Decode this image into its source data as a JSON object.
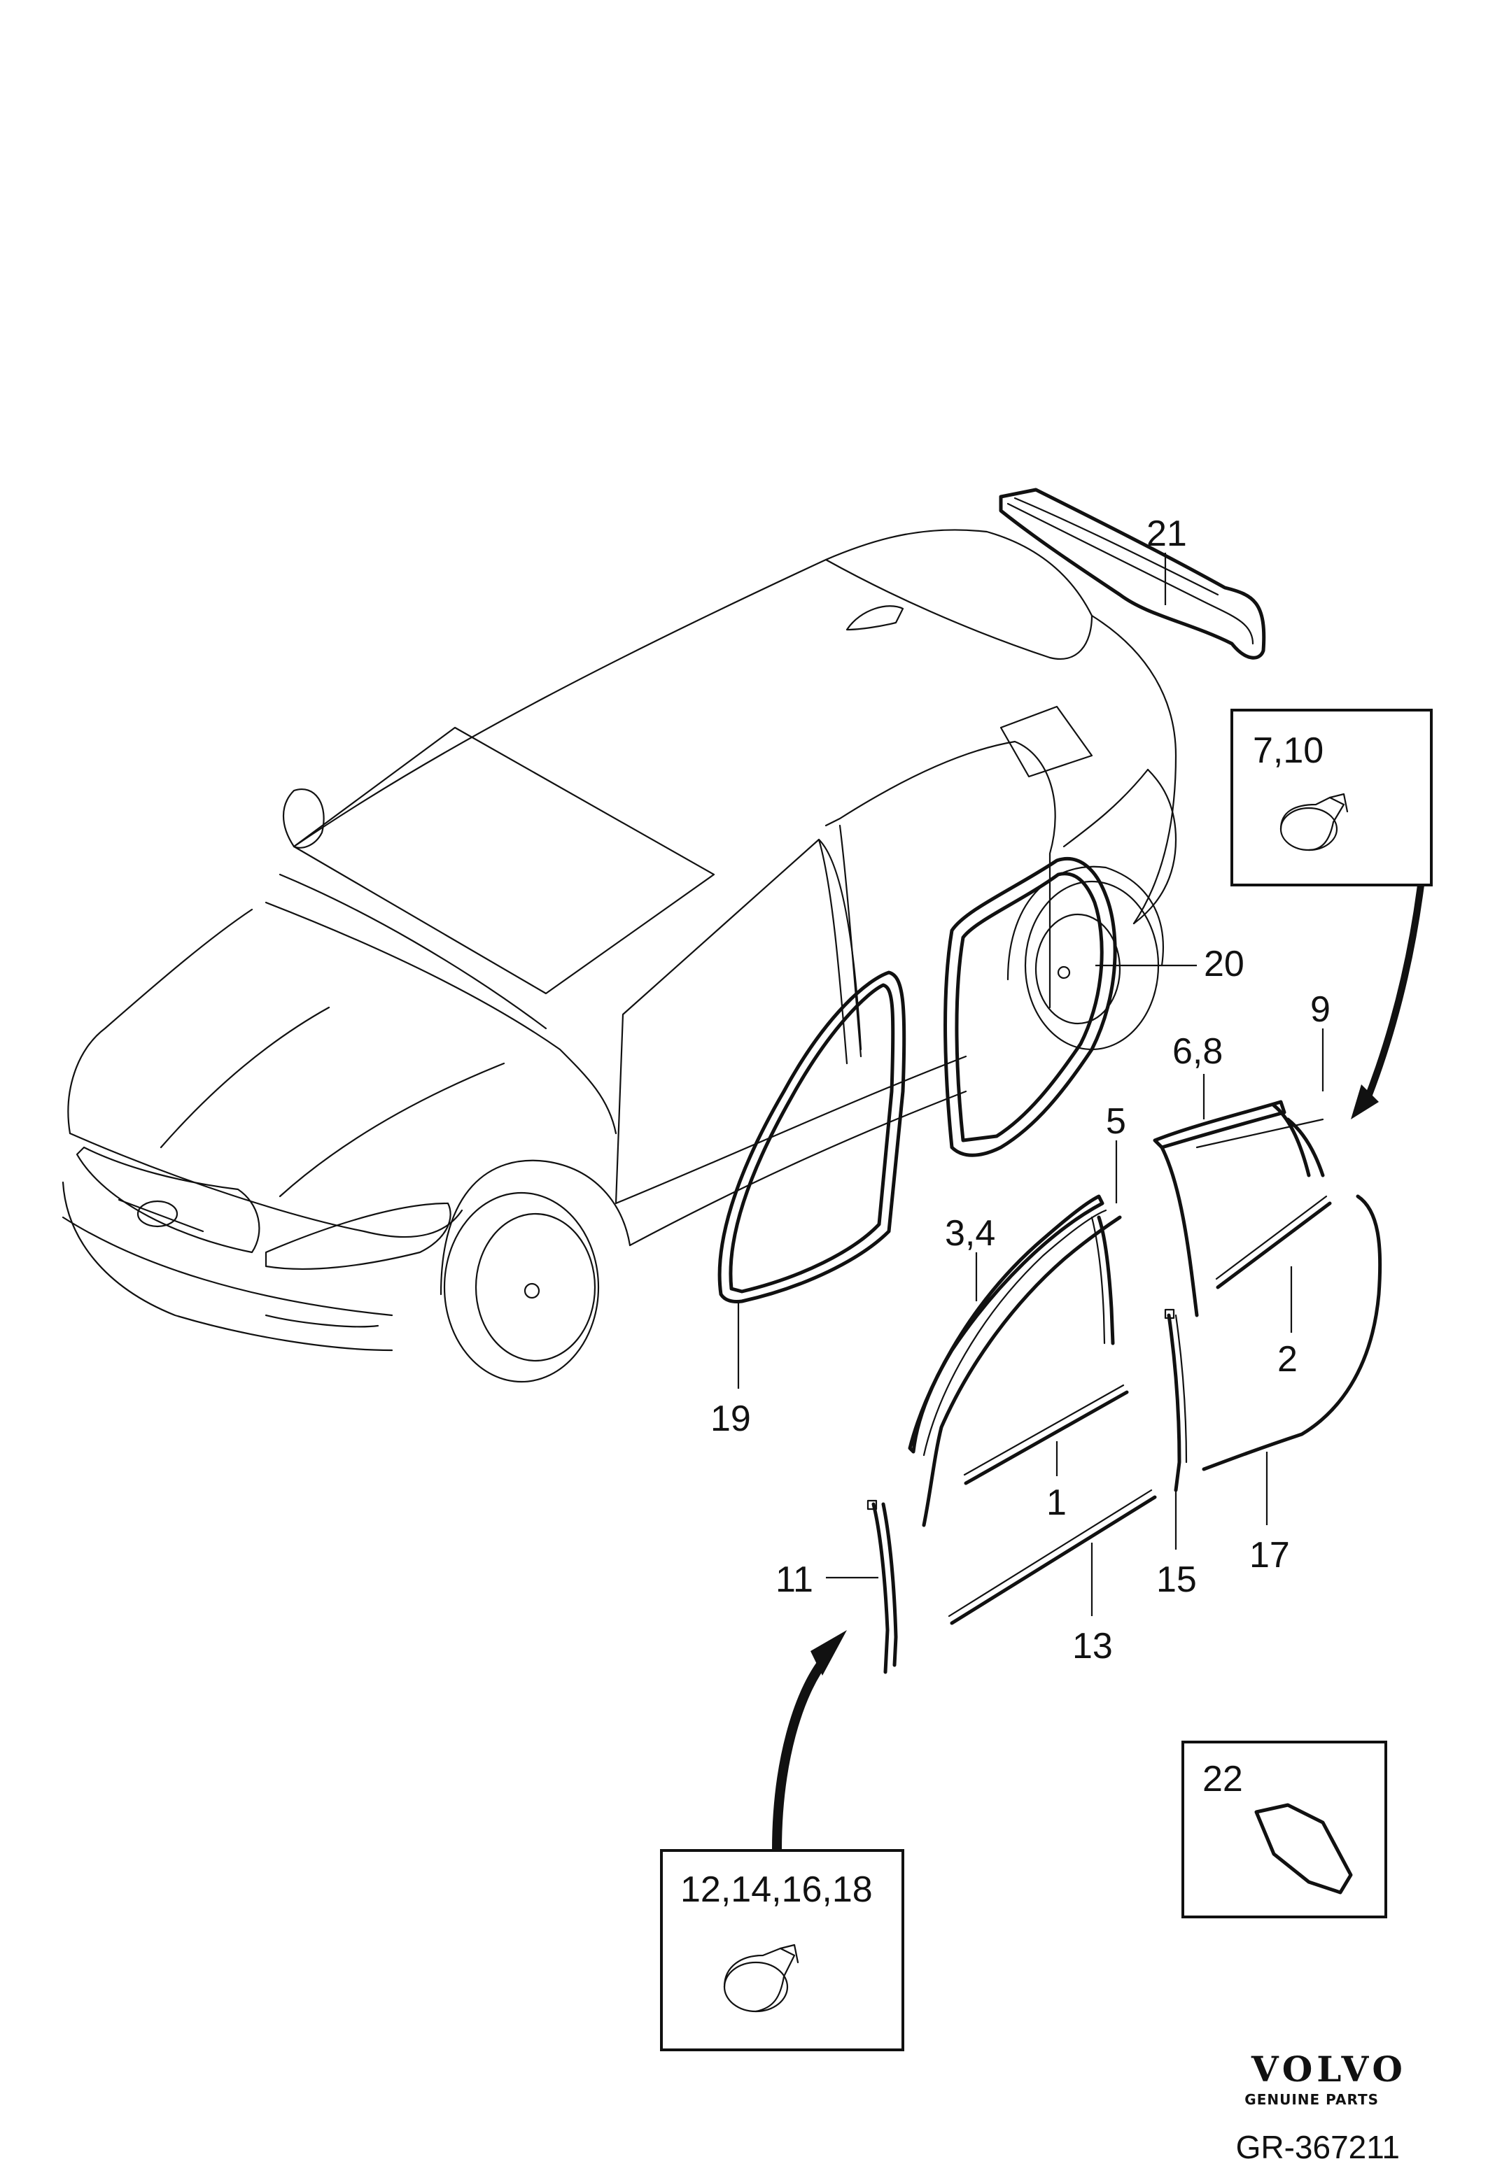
{
  "callouts": [
    "21",
    "7,10",
    "20",
    "9",
    "6,8",
    "5",
    "3,4",
    "2",
    "19",
    "1",
    "17",
    "11",
    "15",
    "13",
    "22",
    "12,14,16,18"
  ],
  "brand": {
    "name": "VOLVO",
    "tagline": "GENUINE PARTS"
  },
  "drawing_ref": "GR-367211"
}
